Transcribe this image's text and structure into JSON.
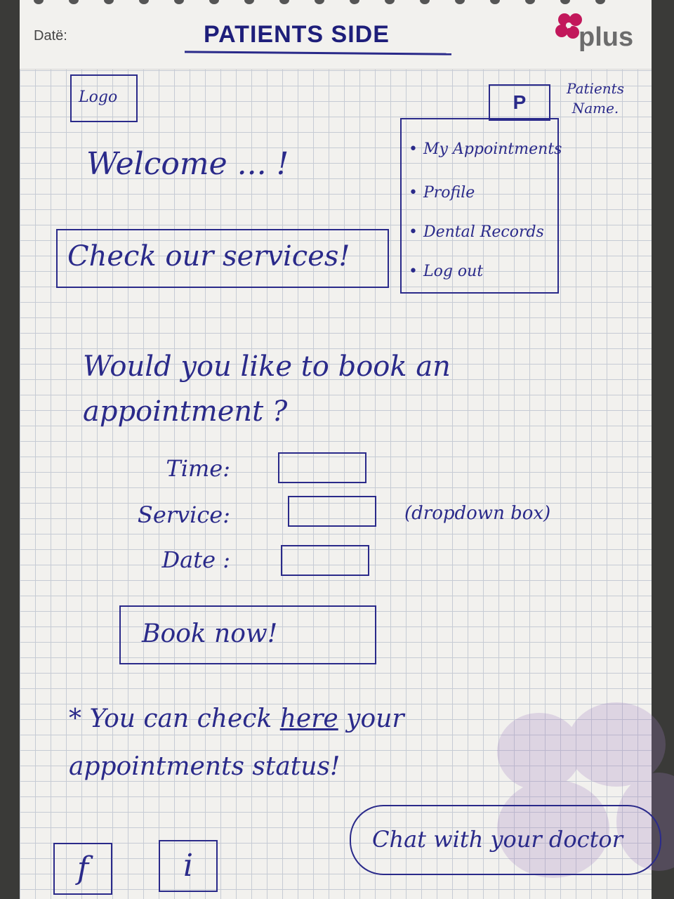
{
  "header": {
    "date_label": "Datë:",
    "title": "PATIENTS SIDE",
    "brand": "plus"
  },
  "topbar": {
    "logo_label": "Logo",
    "avatar_initial": "P",
    "patient_name": "Patients Name."
  },
  "welcome": {
    "text": "Welcome ... !"
  },
  "services_button": {
    "label": "Check our services!"
  },
  "menu": {
    "items": [
      {
        "label": "My Appointments"
      },
      {
        "label": "Profile"
      },
      {
        "label": "Dental Records"
      },
      {
        "label": "Log out"
      }
    ]
  },
  "booking": {
    "question": "Would you like to book an appointment ?",
    "time_label": "Time:",
    "service_label": "Service:",
    "date_label": "Date :",
    "service_note": "(dropdown box)",
    "button_label": "Book now!"
  },
  "status_note": {
    "prefix": "* You can check ",
    "link": "here",
    "suffix": " your appointments status!"
  },
  "footer": {
    "facebook_glyph": "f",
    "instagram_glyph": "i",
    "chat_label": "Chat with your doctor"
  },
  "colors": {
    "ink": "#2a2a8a",
    "brand_accent": "#c2185b"
  }
}
